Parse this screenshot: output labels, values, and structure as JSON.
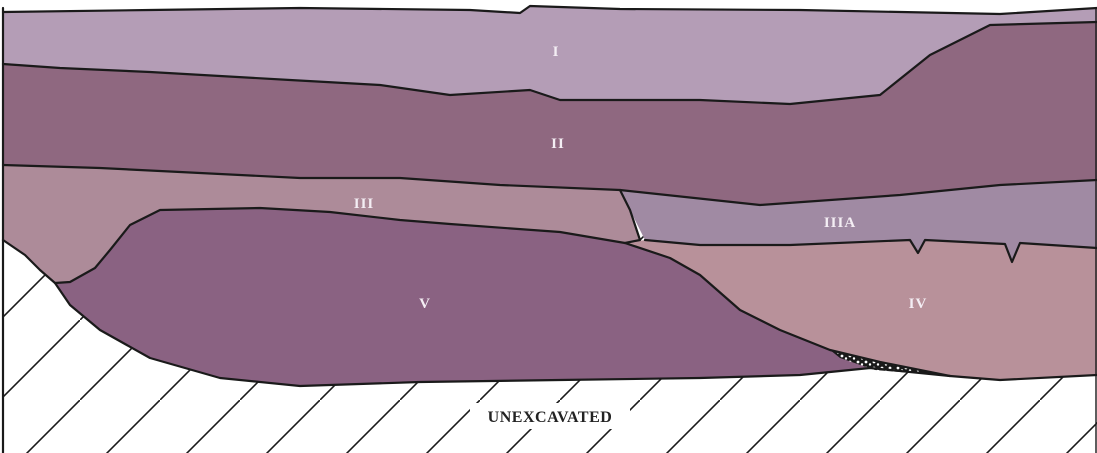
{
  "diagram": {
    "layers": [
      {
        "id": "I",
        "label": "I",
        "color": "#b49db6"
      },
      {
        "id": "II",
        "label": "II",
        "color": "#8f6880"
      },
      {
        "id": "III",
        "label": "III",
        "color": "#ad8b99"
      },
      {
        "id": "IIIA",
        "label": "IIIA",
        "color": "#a08aa3"
      },
      {
        "id": "IV",
        "label": "IV",
        "color": "#b8919a"
      },
      {
        "id": "V",
        "label": "V",
        "color": "#8a6282"
      }
    ],
    "unexcavated_label": "UNEXCAVATED",
    "colors": {
      "background": "#ffffff",
      "boundary_line": "#1a1a1a",
      "hatch": "#1a1a1a",
      "label_text": "#f4eef4",
      "gravel_lens": "#1a1a1a"
    }
  }
}
